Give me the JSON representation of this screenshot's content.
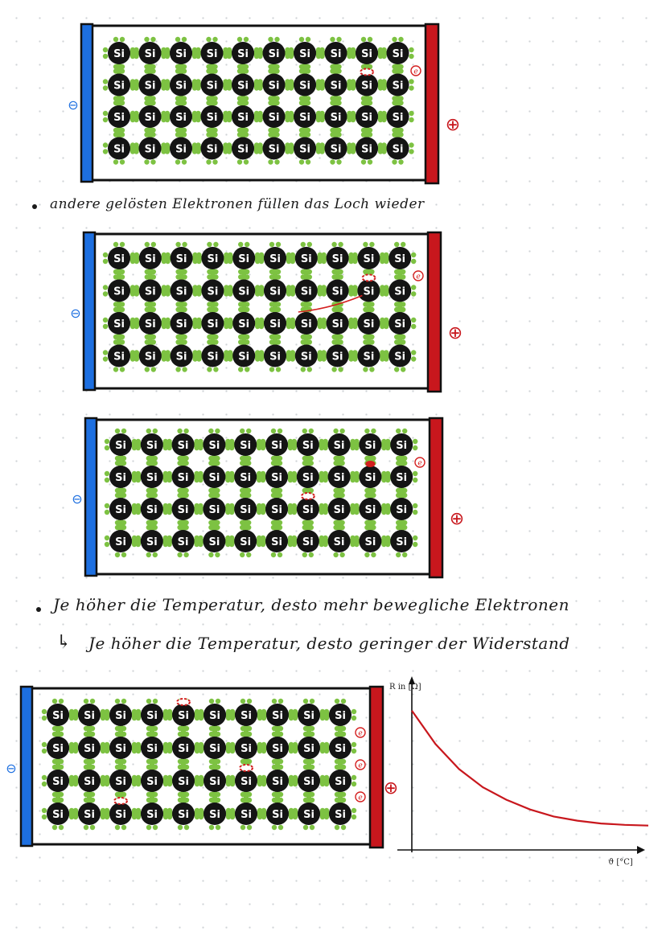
{
  "atom_label": "Si",
  "colors": {
    "atom": "#141414",
    "bond": "#7dc242",
    "negative_electrode": "#1d6fe0",
    "positive_electrode": "#c8171d",
    "highlight": "#d41f1f",
    "ink": "#1a1a1a"
  },
  "symbols": {
    "minus": "⊖",
    "plus": "⊕",
    "electron": "e"
  },
  "notes": {
    "note1": "andere gelösten Elektronen füllen das Loch wieder",
    "note2": "Je höher die Temperatur, desto mehr bewegliche Elektronen",
    "note3": "Je höher die Temperatur, desto geringer der Widerstand",
    "arrow_symbol": "↳"
  },
  "diagrams": [
    {
      "id": "crystal-1",
      "holes": [
        {
          "row": 1,
          "col": 8
        }
      ],
      "electrons_near_plus": 1
    },
    {
      "id": "crystal-2",
      "holes": [
        {
          "row": 1,
          "col": 8
        }
      ],
      "electrons_near_plus": 1,
      "moving_electron_arrow": {
        "from": {
          "row": 2,
          "col": 6
        },
        "to": {
          "row": 1,
          "col": 8
        }
      }
    },
    {
      "id": "crystal-3",
      "holes": [
        {
          "row": 2,
          "col": 6
        }
      ],
      "filled": [
        {
          "row": 1,
          "col": 8
        }
      ],
      "electrons_near_plus": 1
    },
    {
      "id": "crystal-4",
      "holes": [
        {
          "row": 0,
          "col": 4
        },
        {
          "row": 2,
          "col": 6
        },
        {
          "row": 3,
          "col": 2
        }
      ],
      "electrons_near_plus": 3
    }
  ],
  "chart_data": {
    "type": "line",
    "title": "",
    "xlabel": "ϑ [°C]",
    "ylabel": "R in [Ω]",
    "series": [
      {
        "x": [
          0,
          1,
          2,
          3,
          4,
          5,
          6,
          7,
          8,
          9,
          10
        ],
        "y": [
          10,
          7.6,
          5.8,
          4.5,
          3.6,
          2.9,
          2.4,
          2.1,
          1.9,
          1.8,
          1.75
        ]
      }
    ],
    "xlim": [
      0,
      10
    ],
    "ylim": [
      0,
      12
    ],
    "grid": false,
    "color": "#c8171d"
  }
}
